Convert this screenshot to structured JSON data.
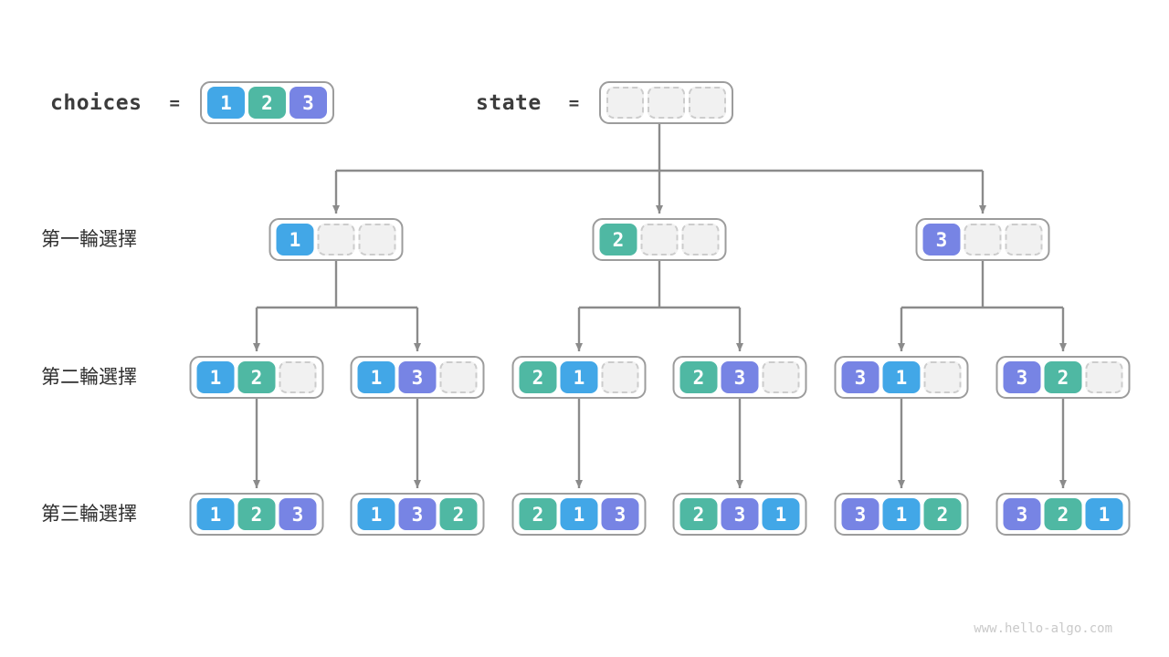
{
  "colors": {
    "c1": "#42a7e7",
    "c2": "#4fb8a3",
    "c3": "#7784e4",
    "empty_fill": "#f1f1f1",
    "empty_border": "#cccccc",
    "node_border": "#9c9c9c",
    "arrow": "#8b8b8b",
    "header_text": "#3c3c3c",
    "label_text": "#2f2f2f",
    "watermark": "#c9c9c9"
  },
  "header": {
    "choices_label": "choices",
    "state_label": "state",
    "equals": "=",
    "choices_values": [
      1,
      2,
      3
    ],
    "state_values": [
      null,
      null,
      null
    ]
  },
  "rows": [
    {
      "label": "第一輪選擇",
      "nodes": [
        [
          1,
          null,
          null
        ],
        [
          2,
          null,
          null
        ],
        [
          3,
          null,
          null
        ]
      ]
    },
    {
      "label": "第二輪選擇",
      "nodes": [
        [
          1,
          2,
          null
        ],
        [
          1,
          3,
          null
        ],
        [
          2,
          1,
          null
        ],
        [
          2,
          3,
          null
        ],
        [
          3,
          1,
          null
        ],
        [
          3,
          2,
          null
        ]
      ]
    },
    {
      "label": "第三輪選擇",
      "nodes": [
        [
          1,
          2,
          3
        ],
        [
          1,
          3,
          2
        ],
        [
          2,
          1,
          3
        ],
        [
          2,
          3,
          1
        ],
        [
          3,
          1,
          2
        ],
        [
          3,
          2,
          1
        ]
      ]
    }
  ],
  "watermark": "www.hello-algo.com"
}
